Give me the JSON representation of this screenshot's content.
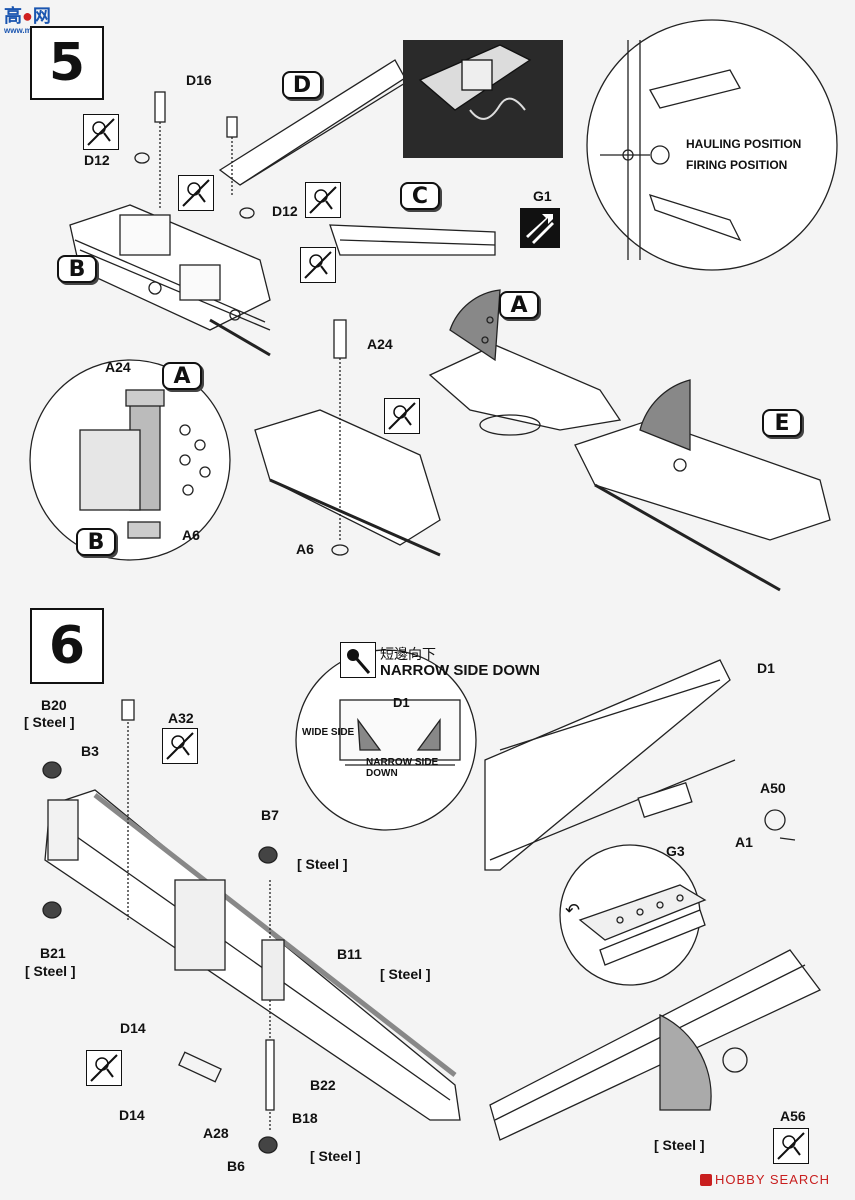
{
  "watermark": {
    "site_cn": "高",
    "site_suffix": "网",
    "site_url": "www.moxing.net"
  },
  "footer": {
    "brand": "HOBBY SEARCH"
  },
  "step5": {
    "number": "5",
    "labels": {
      "d16": "D16",
      "d12_left": "D12",
      "d12_mid": "D12",
      "g1": "G1",
      "a24_top": "A24",
      "a24_detail": "A24",
      "a6_detail": "A6",
      "a6_bottom": "A6"
    },
    "badges": {
      "d": "D",
      "c": "C",
      "b": "B",
      "a_right": "A",
      "a_detail": "A",
      "b_detail": "B",
      "e": "E"
    },
    "positions": {
      "hauling": "HAULING POSITION",
      "firing": "FIRING POSITION"
    }
  },
  "step6": {
    "number": "6",
    "note_cn": "短邊向下",
    "note_en": "NARROW SIDE DOWN",
    "detail": {
      "d1": "D1",
      "wide_side": "WIDE SIDE",
      "narrow_side": "NARROW SIDE DOWN"
    },
    "labels": {
      "b20": "B20",
      "b20_mat": "[ Steel ]",
      "b3": "B3",
      "a32": "A32",
      "b21": "B21",
      "b21_mat": "[ Steel ]",
      "b7": "B7",
      "b7_mat": "[ Steel ]",
      "b11": "B11",
      "b11_mat": "[ Steel ]",
      "d14_top": "D14",
      "d14_bottom": "D14",
      "b22": "B22",
      "a28": "A28",
      "b18": "B18",
      "b6": "B6",
      "b6_mat": "[ Steel ]",
      "d1": "D1",
      "a50": "A50",
      "a1": "A1",
      "g3": "G3",
      "a56": "A56",
      "a56_mat": "[ Steel ]"
    }
  },
  "icons": [
    "no-cement-icon",
    "cement-tip-icon",
    "rotate-arrow-icon",
    "decal-icon"
  ]
}
